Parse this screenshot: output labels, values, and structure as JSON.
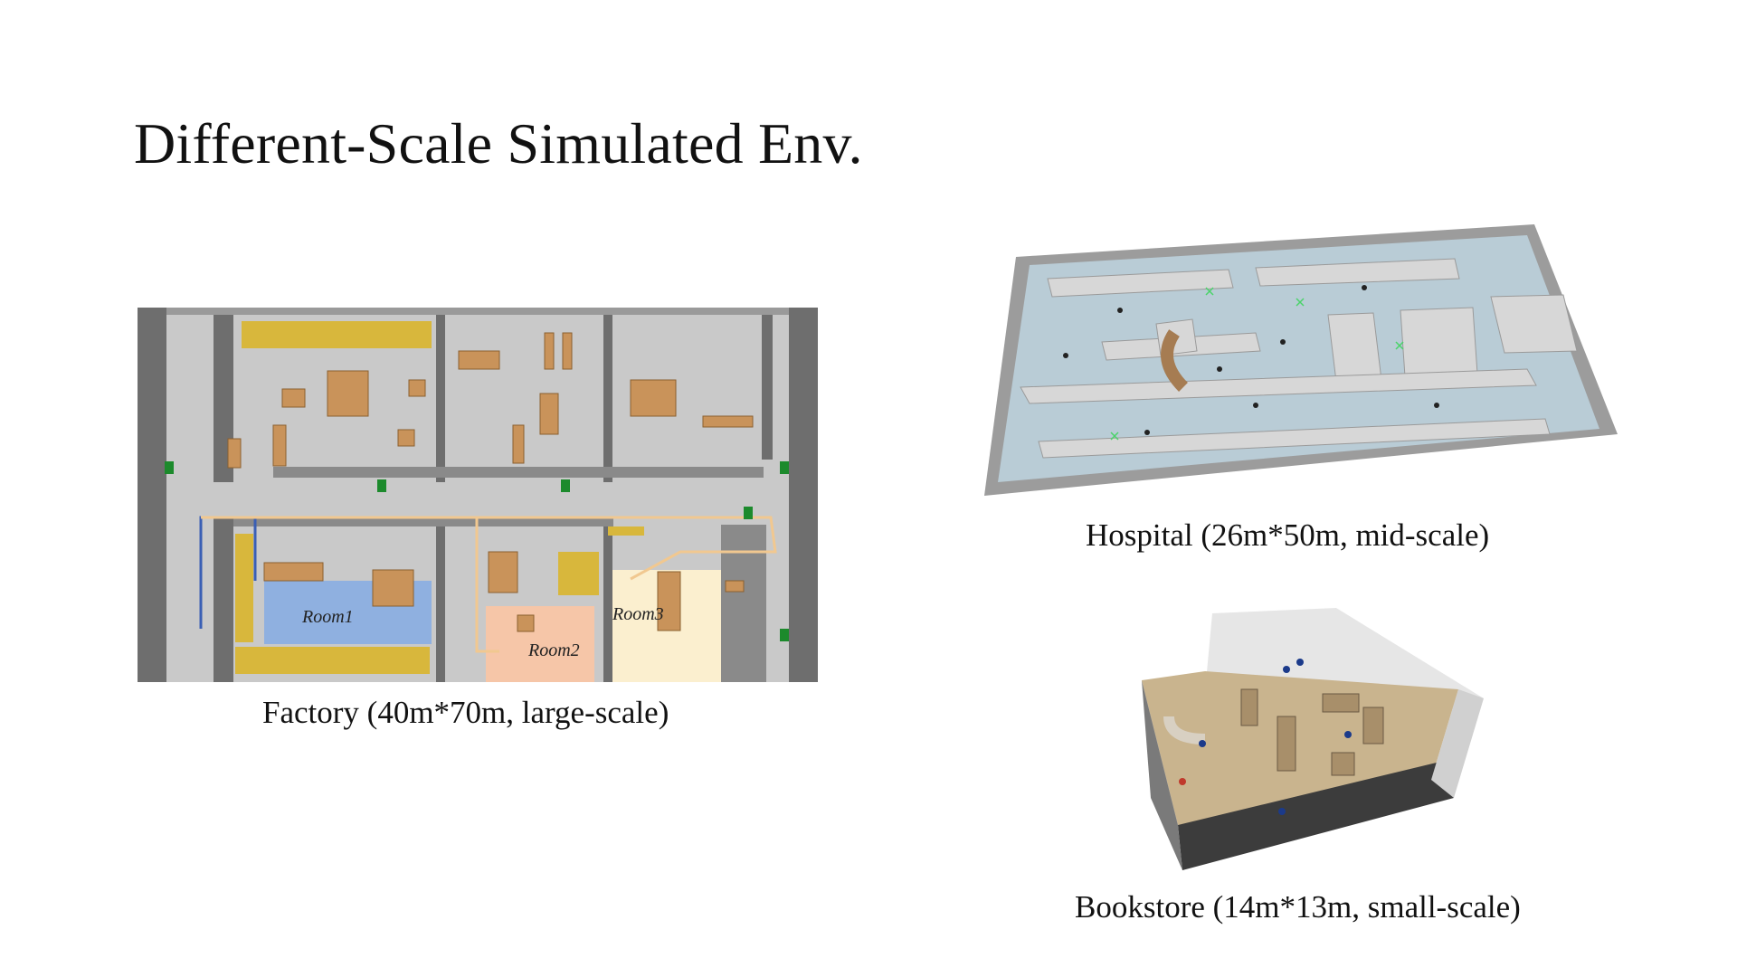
{
  "slide": {
    "title": "Different-Scale Simulated Env."
  },
  "figures": {
    "factory": {
      "caption": "Factory (40m*70m, large-scale)",
      "room_labels": [
        "Room1",
        "Room2",
        "Room3"
      ]
    },
    "hospital": {
      "caption": "Hospital (26m*50m, mid-scale)"
    },
    "bookstore": {
      "caption": "Bookstore (14m*13m, small-scale)"
    }
  },
  "colors": {
    "floor": "#c9c9c9",
    "wall": "#6e6e6e",
    "box": "#c9935a",
    "shelf": "#d8b73c",
    "room1": "#8fb0e0",
    "room2": "#f6c6a8",
    "room3": "#fbefcf",
    "hospital_floor": "#b9ccd6",
    "bookstore_floor": "#c9b48e"
  }
}
